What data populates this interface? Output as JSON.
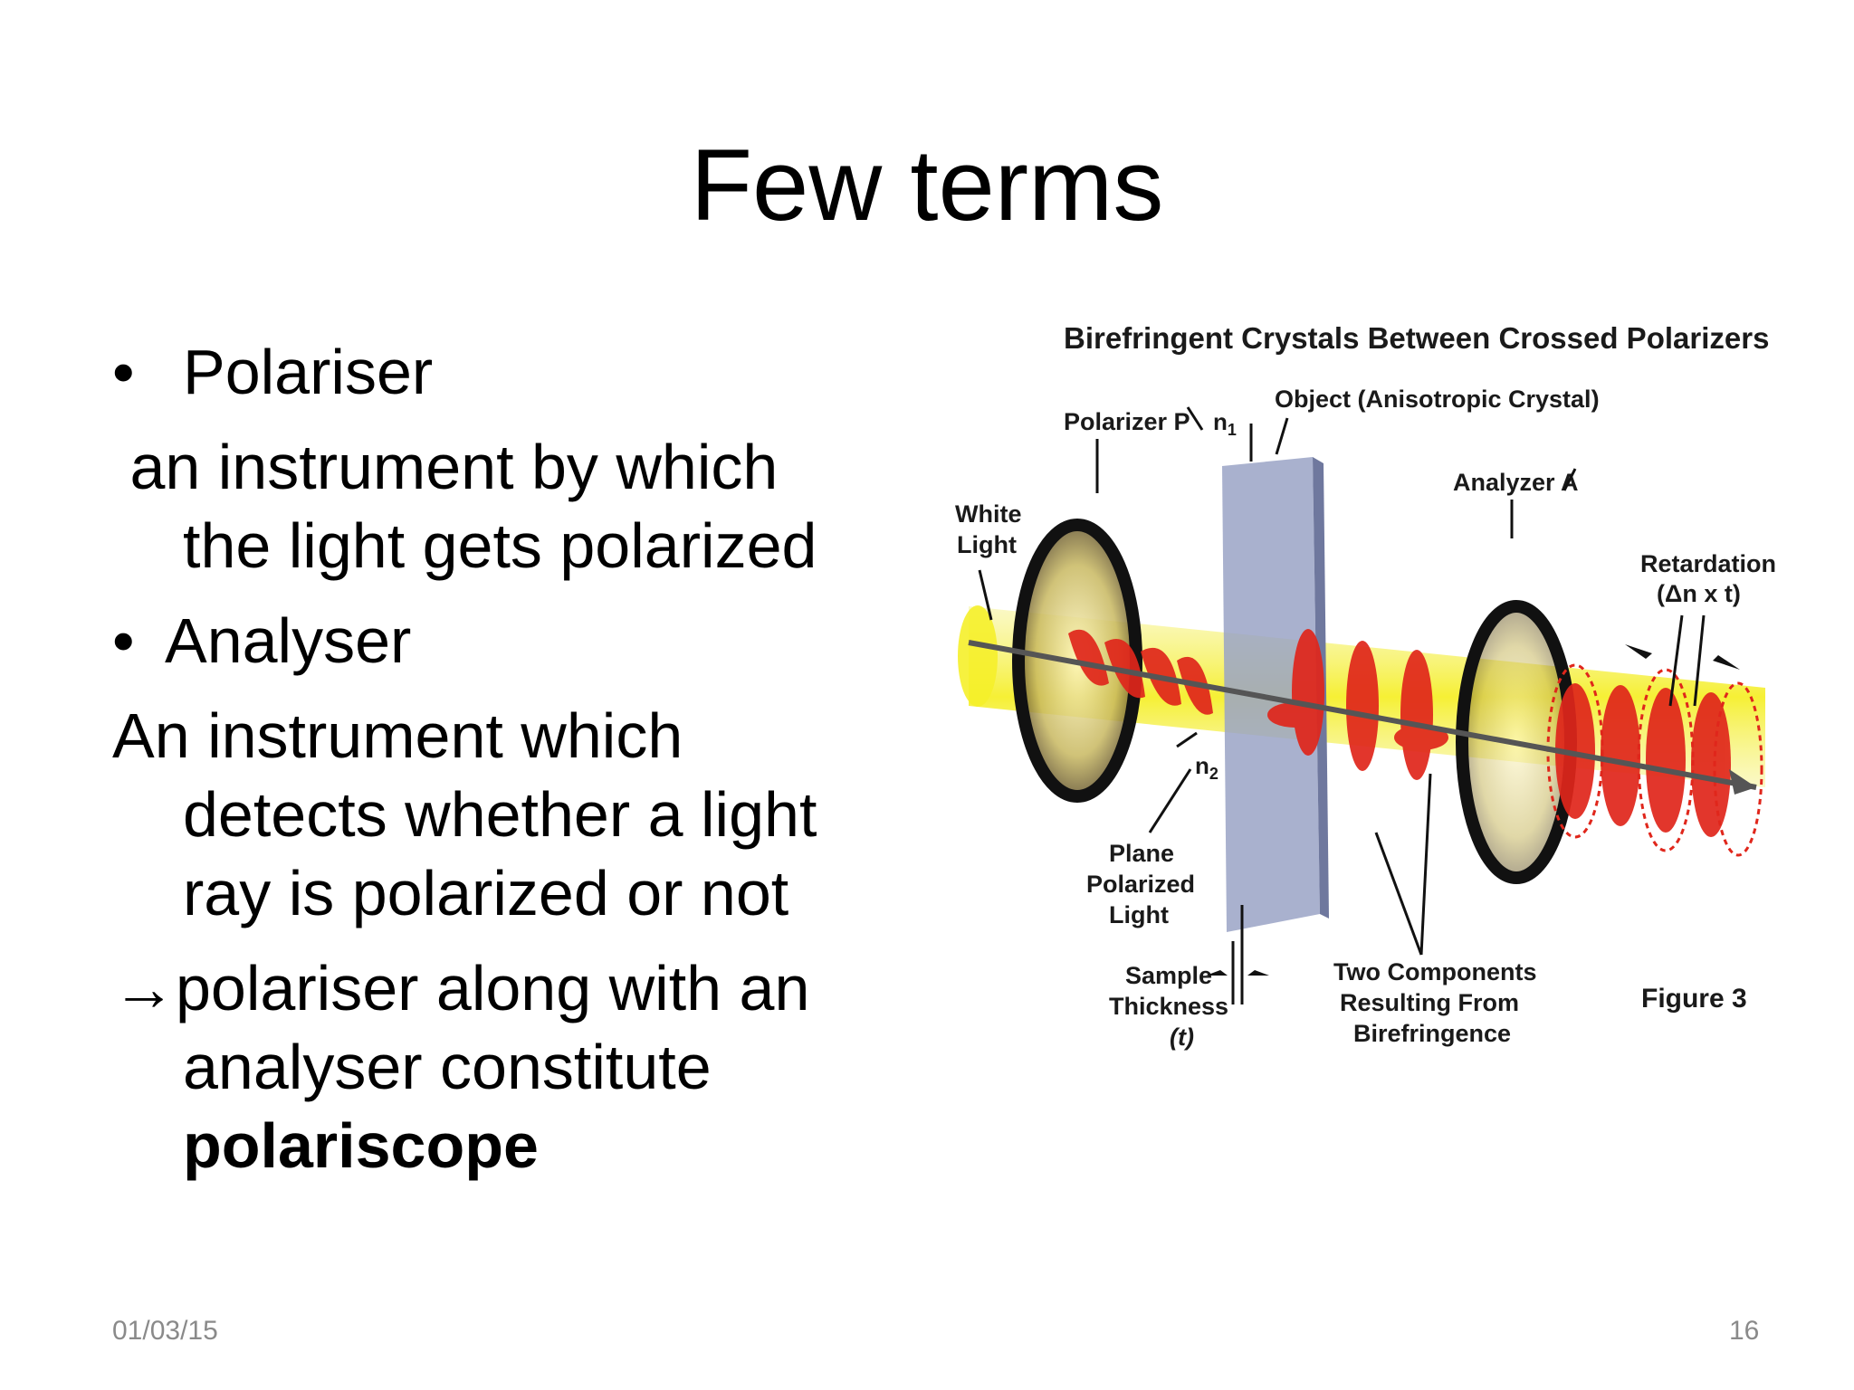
{
  "slide": {
    "title": "Few terms",
    "bullets": {
      "polariser_term": "Polariser",
      "polariser_def_line1": " an instrument by which",
      "polariser_def_line2": "the light gets polarized",
      "analyser_term": "Analyser",
      "analyser_def_line1": "An instrument which",
      "analyser_def_line2": "detects whether a light",
      "analyser_def_line3": "ray is polarized or not",
      "arrow_glyph": "→",
      "combo_line1": "polariser along with an",
      "combo_line2": "analyser constitute",
      "combo_bold": "polariscope"
    },
    "bullet_glyph": "•",
    "footer": {
      "date": "01/03/15",
      "page_number": "16"
    }
  },
  "figure": {
    "heading": "Birefringent Crystals Between Crossed Polarizers",
    "labels": {
      "polarizer": "Polarizer P",
      "n1": "n",
      "n1_sub": "1",
      "object_label": "Object (Anisotropic Crystal)",
      "analyzer": "Analyzer A",
      "white_light_1": "White",
      "white_light_2": "Light",
      "retardation_1": "Retardation",
      "retardation_2": "(Δn x t)",
      "n2": "n",
      "n2_sub": "2",
      "plane_1": "Plane",
      "plane_2": "Polarized",
      "plane_3": "Light",
      "sample_1": "Sample",
      "sample_2": "Thickness",
      "sample_3": "(t)",
      "two_1": "Two Components",
      "two_2": "Resulting From",
      "two_3": "Birefringence",
      "figure_number": "Figure 3"
    },
    "colors": {
      "beam_yellow": "#f5ef2a",
      "wave_red": "#e0261b",
      "crystal_blue": "#9aa3c6",
      "ring_black": "#111111"
    }
  }
}
